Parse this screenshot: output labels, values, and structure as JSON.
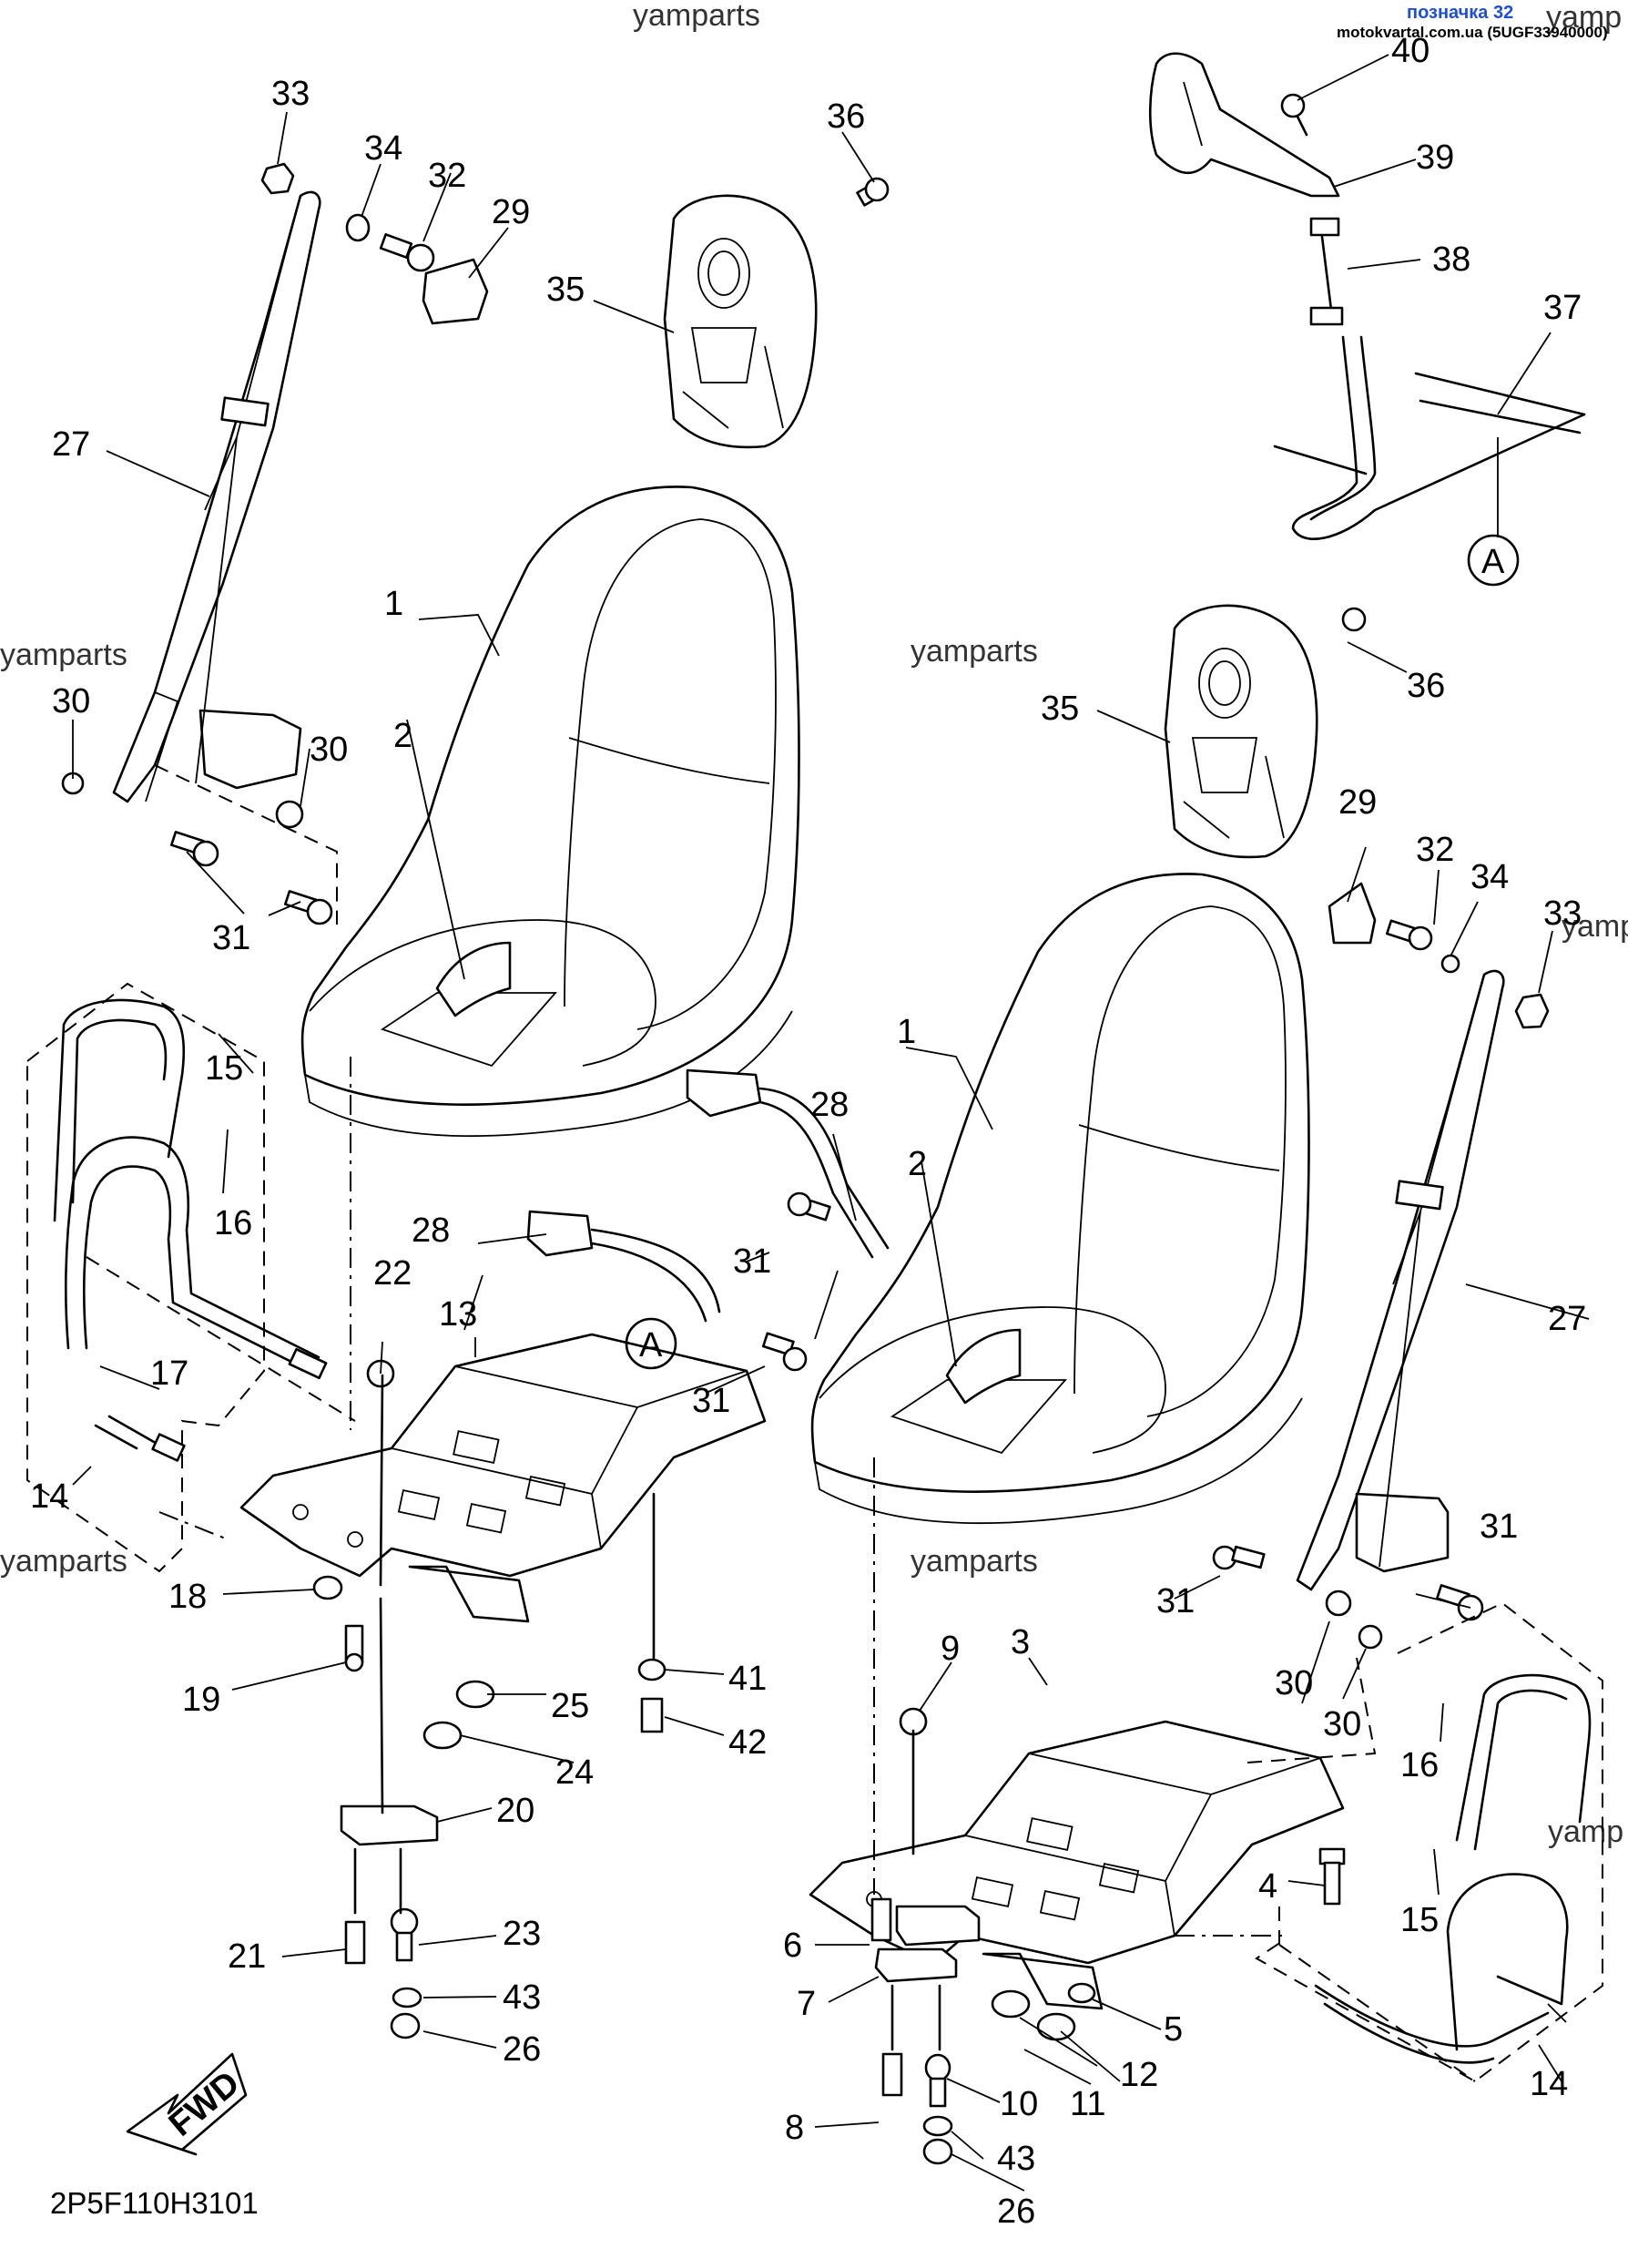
{
  "header": {
    "label": "позначка 32",
    "source": "motokvartal.com.ua (5UGF33940000)"
  },
  "watermarks": [
    "yamparts",
    "yamparts",
    "yamparts",
    "yamparts",
    "yamparts",
    "yamparts",
    "yamp",
    "yamp",
    "yamp"
  ],
  "diagram_code": "2P5F110H3101",
  "fwd_label": "FWD",
  "circle_ref": "A",
  "callouts": {
    "c1a": "1",
    "c2a": "2",
    "c1b": "1",
    "c2b": "2",
    "c3": "3",
    "c4": "4",
    "c5": "5",
    "c6": "6",
    "c7": "7",
    "c8": "8",
    "c9": "9",
    "c10": "10",
    "c11": "11",
    "c12": "12",
    "c13": "13",
    "c14a": "14",
    "c14b": "14",
    "c15a": "15",
    "c15b": "15",
    "c16a": "16",
    "c16b": "16",
    "c17": "17",
    "c18": "18",
    "c19": "19",
    "c20": "20",
    "c21": "21",
    "c22": "22",
    "c23": "23",
    "c24": "24",
    "c25": "25",
    "c26a": "26",
    "c26b": "26",
    "c27a": "27",
    "c27b": "27",
    "c28a": "28",
    "c28b": "28",
    "c29a": "29",
    "c29b": "29",
    "c30a": "30",
    "c30b": "30",
    "c30c": "30",
    "c30d": "30",
    "c31a": "31",
    "c31b": "31",
    "c31c": "31",
    "c31d": "31",
    "c31e": "31",
    "c32a": "32",
    "c32b": "32",
    "c33a": "33",
    "c33b": "33",
    "c34a": "34",
    "c34b": "34",
    "c35a": "35",
    "c35b": "35",
    "c36a": "36",
    "c36b": "36",
    "c37": "37",
    "c38": "38",
    "c39": "39",
    "c40": "40",
    "c41": "41",
    "c42": "42",
    "c43a": "43",
    "c43b": "43"
  }
}
